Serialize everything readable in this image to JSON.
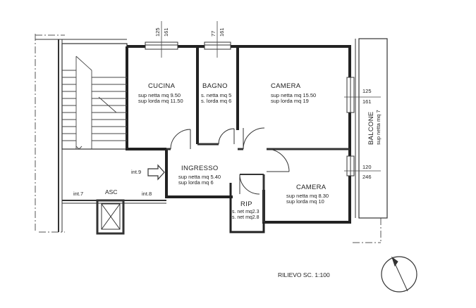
{
  "rooms": {
    "cucina": {
      "name": "CUCINA",
      "net": "sup netta mq 9.50",
      "gross": "sup lorda mq 11.50"
    },
    "bagno": {
      "name": "BAGNO",
      "net": "s. netta mq 5",
      "gross": "s. lorda mq 6"
    },
    "camera1": {
      "name": "CAMERA",
      "net": "sup netta mq 15.50",
      "gross": "sup lorda mq 19"
    },
    "ingresso": {
      "name": "INGRESSO",
      "net": "sup netta mq 5.40",
      "gross": "sup lorda mq 6"
    },
    "camera2": {
      "name": "CAMERA",
      "net": "sup netta mq 8.30",
      "gross": "sup lorda mq 10"
    },
    "rip": {
      "name": "RIP",
      "net": "s. net mq2.3",
      "gross": "s. net mq2.8"
    },
    "balcone": {
      "name": "BALCONE",
      "net": "sup netta mq 7"
    }
  },
  "labels": {
    "int7": "int.7",
    "int8": "int.8",
    "int9": "int.9",
    "asc": "ASC"
  },
  "windows": {
    "cucina": {
      "a": "125",
      "b": "161"
    },
    "bagno": {
      "a": "77",
      "b": "161"
    },
    "camera1": {
      "a": "125",
      "b": "161"
    },
    "camera2": {
      "a": "120",
      "b": "246"
    }
  },
  "footer": {
    "scale": "RILIEVO SC. 1:100"
  }
}
